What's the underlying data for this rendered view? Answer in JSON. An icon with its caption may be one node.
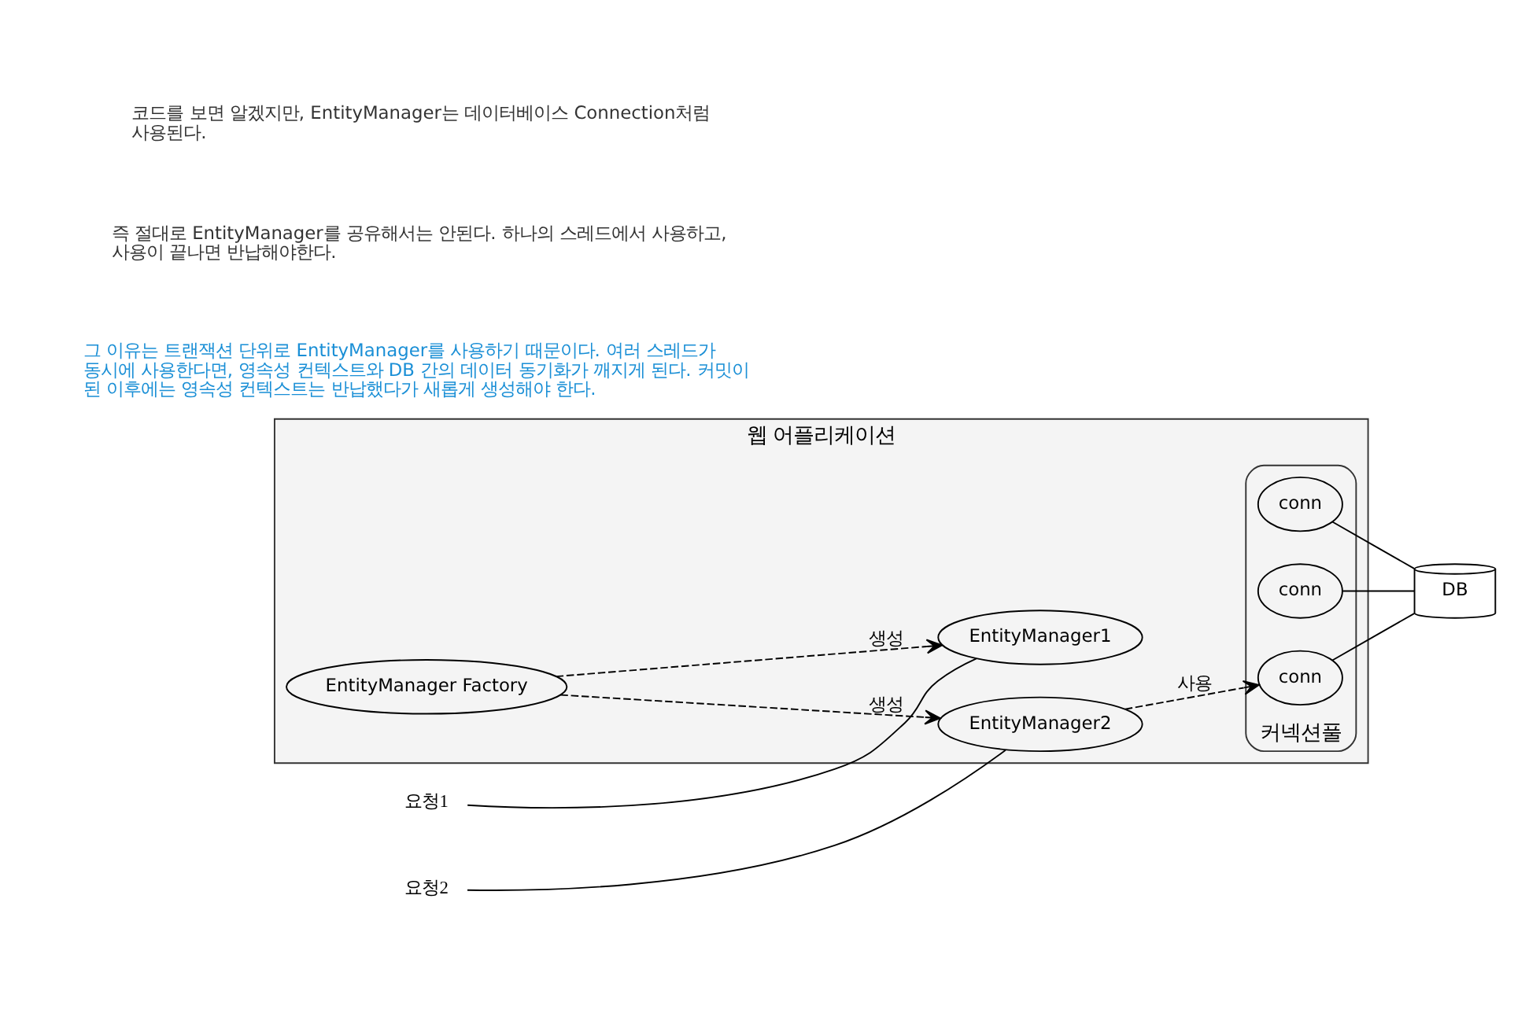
{
  "diagram": {
    "nodes": [
      {
        "text": [
          "웹 어플리케이션"
        ]
      },
      {
        "text": [
          "EntityManager Factory"
        ],
        "in": 0
      },
      {
        "text": [
          "EntityManager1"
        ],
        "in": 0
      },
      {
        "text": [
          "EntityManager2"
        ],
        "in": 0
      },
      {
        "text": [
          "커넥션풀"
        ],
        "in": 0
      },
      {
        "text": [
          "conn"
        ],
        "in": 4
      },
      {
        "text": [
          "conn"
        ],
        "in": 4
      },
      {
        "text": [
          "conn"
        ],
        "in": 4
      },
      {
        "text": [
          "요청1"
        ]
      },
      {
        "text": [
          "요청2"
        ]
      },
      {
        "text": [
          "DB"
        ]
      }
    ],
    "edges": [
      {
        "from": 1,
        "to": 2,
        "arrow": "to",
        "style": "dashed",
        "label": "생성"
      },
      {
        "from": 1,
        "to": 3,
        "arrow": "to",
        "style": "dashed",
        "label": "생성"
      },
      {
        "from": 8,
        "to": 2,
        "arrow": "none"
      },
      {
        "from": 9,
        "to": 3,
        "arrow": "none"
      },
      {
        "from": 3,
        "to": 7,
        "arrow": "to",
        "style": "dashed",
        "label": "사용"
      },
      {
        "from": 5,
        "to": 10,
        "arrow": "none"
      },
      {
        "from": 6,
        "to": 10,
        "arrow": "none"
      },
      {
        "from": 7,
        "to": 10,
        "arrow": "none"
      }
    ],
    "labels": [
      "코드를 보면 알겠지만, EntityManager는 데이터베이스 Connection처럼 사용된다.",
      "즉 절대로 EntityManager를 공유해서는 안된다. 하나의 스레드에서 사용하고, 사용이 끝나면 반납해야한다.",
      "그 이유는 트랜잭션 단위로 EntityManager를 사용하기 때문이다. 여러 스레드가 동시에 사용한다면, 영속성 컨텍스트와 DB 간의 데이터 동기화가 깨지게 된다. 커밋이 된 이후에는 영속성 컨텍스트는 반납했다가 새롭게 생성해야 한다."
    ]
  }
}
